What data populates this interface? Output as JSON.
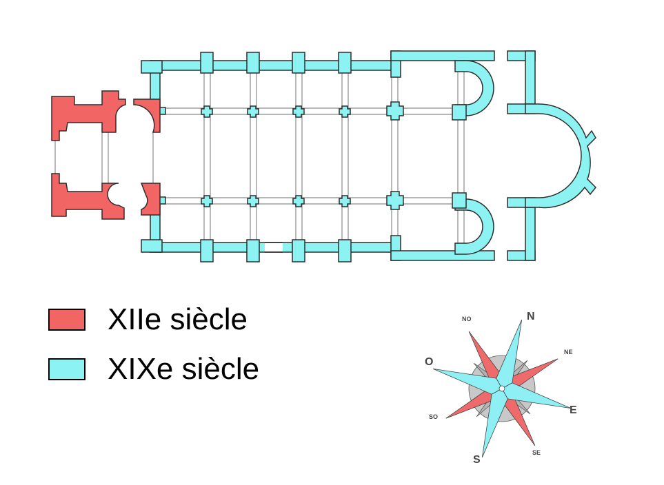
{
  "colors": {
    "xii": "#f26565",
    "xix": "#8cf2f2",
    "outline": "#2d2d2d",
    "compass_red": "#ef6a6a",
    "compass_cyan": "#8ef0f4",
    "compass_grey": "#b4b4b4"
  },
  "legend": [
    {
      "label": "XIIe siècle",
      "color": "#f26565"
    },
    {
      "label": "XIXe siècle",
      "color": "#8cf2f2"
    }
  ],
  "compass": {
    "labels": {
      "n": "N",
      "ne": "NE",
      "e": "E",
      "se": "SE",
      "s": "S",
      "so": "SO",
      "o": "O",
      "no": "NO"
    }
  }
}
